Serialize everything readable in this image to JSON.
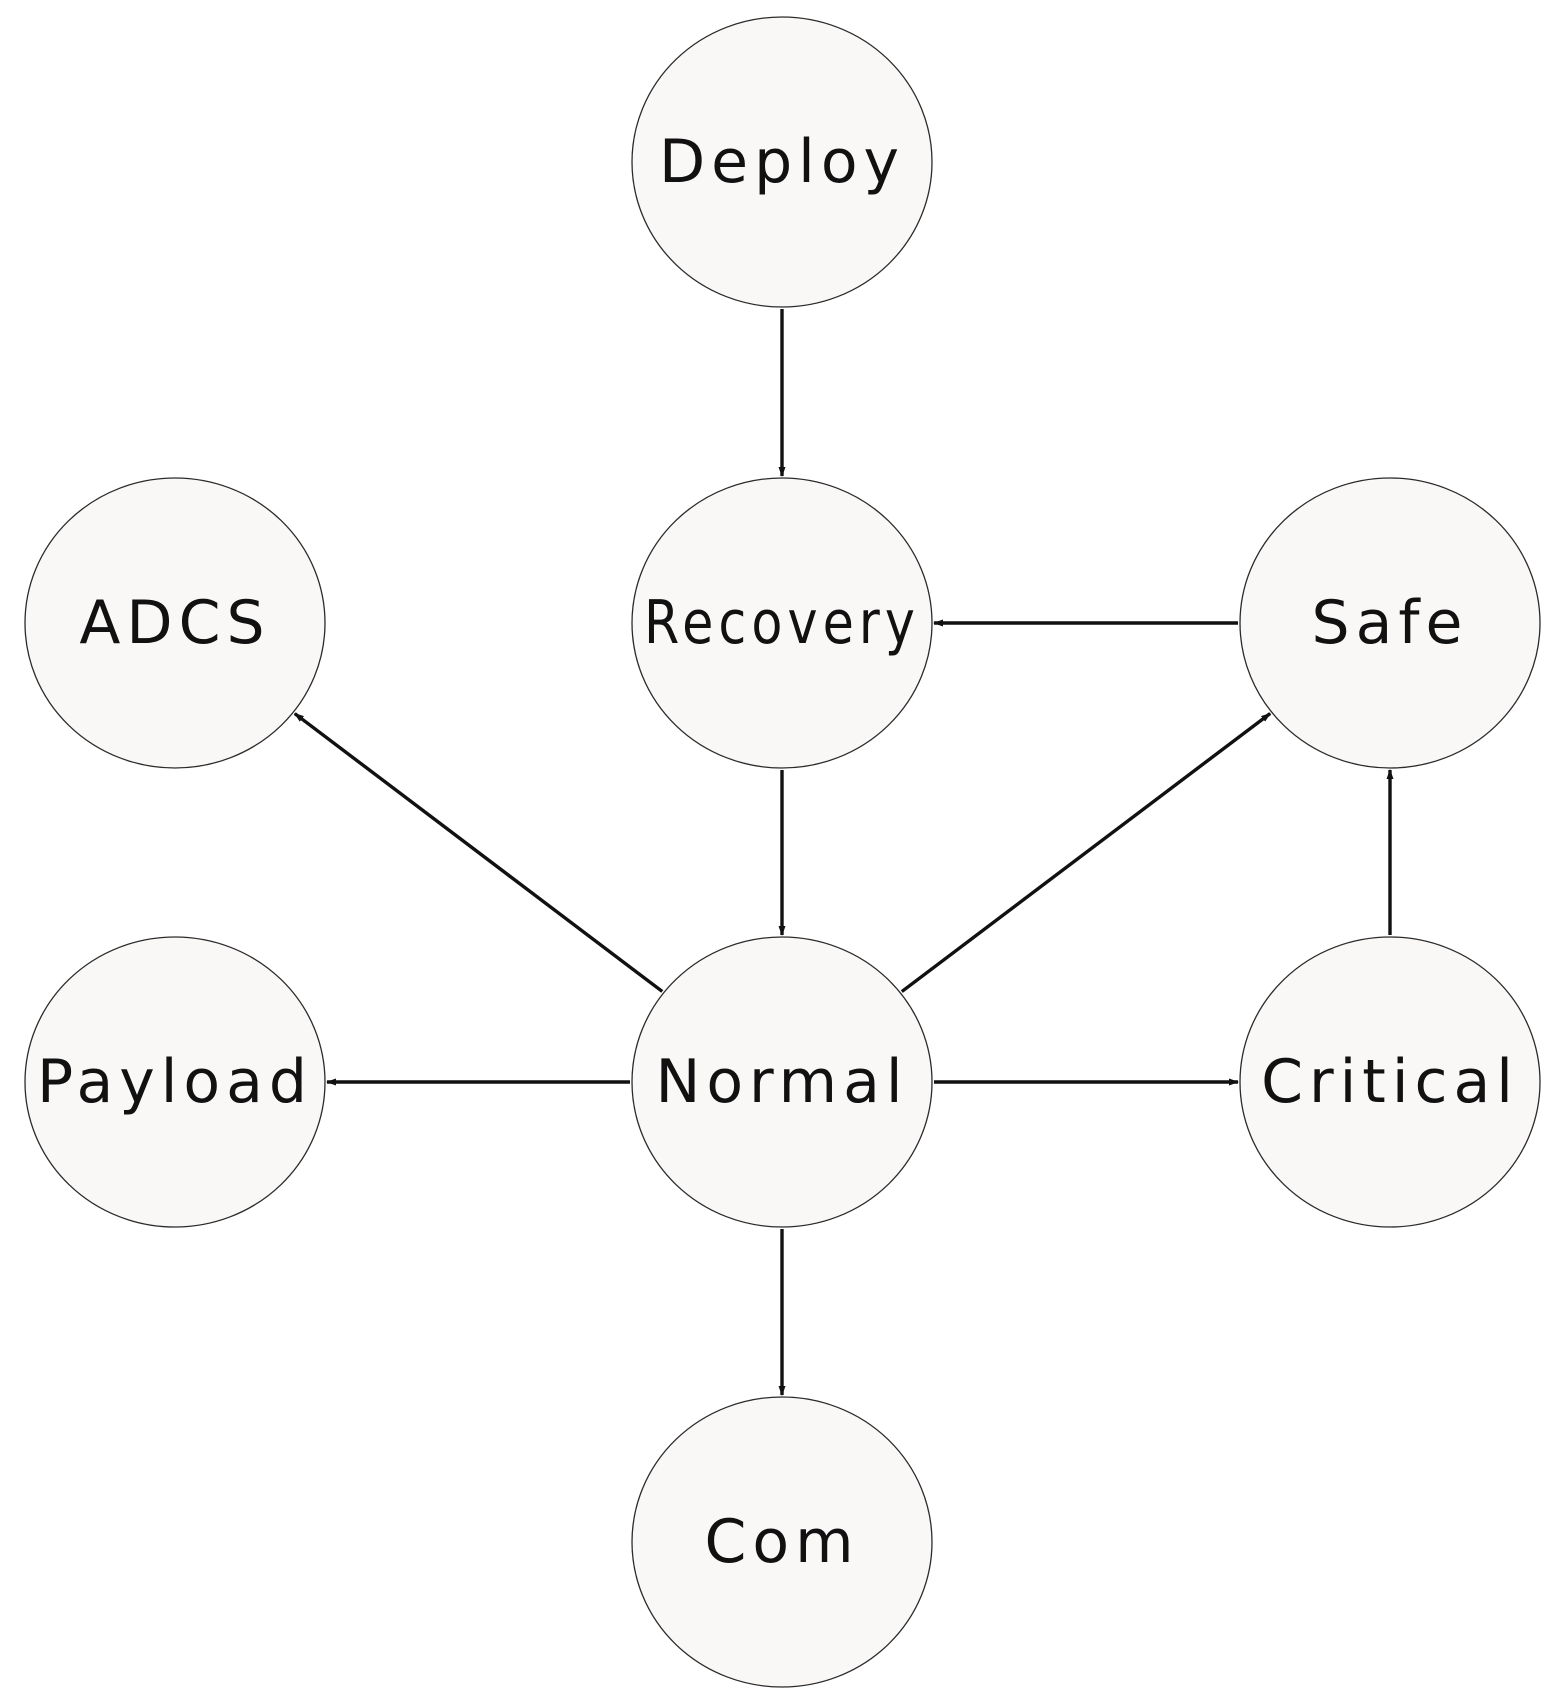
{
  "diagram": {
    "node_fill": "#faf7f7",
    "edge_color": "#111111",
    "nodes": [
      {
        "id": "deploy",
        "label": "Deploy"
      },
      {
        "id": "recovery",
        "label": "Recovery"
      },
      {
        "id": "adcs",
        "label": "ADCS"
      },
      {
        "id": "safe",
        "label": "Safe"
      },
      {
        "id": "payload",
        "label": "Payload"
      },
      {
        "id": "normal",
        "label": "Normal"
      },
      {
        "id": "critical",
        "label": "Critical"
      },
      {
        "id": "com",
        "label": "Com"
      }
    ],
    "edges": [
      {
        "from": "deploy",
        "to": "recovery"
      },
      {
        "from": "recovery",
        "to": "normal"
      },
      {
        "from": "safe",
        "to": "recovery"
      },
      {
        "from": "normal",
        "to": "adcs"
      },
      {
        "from": "normal",
        "to": "safe"
      },
      {
        "from": "normal",
        "to": "payload"
      },
      {
        "from": "normal",
        "to": "critical"
      },
      {
        "from": "critical",
        "to": "safe"
      },
      {
        "from": "normal",
        "to": "com"
      }
    ]
  }
}
